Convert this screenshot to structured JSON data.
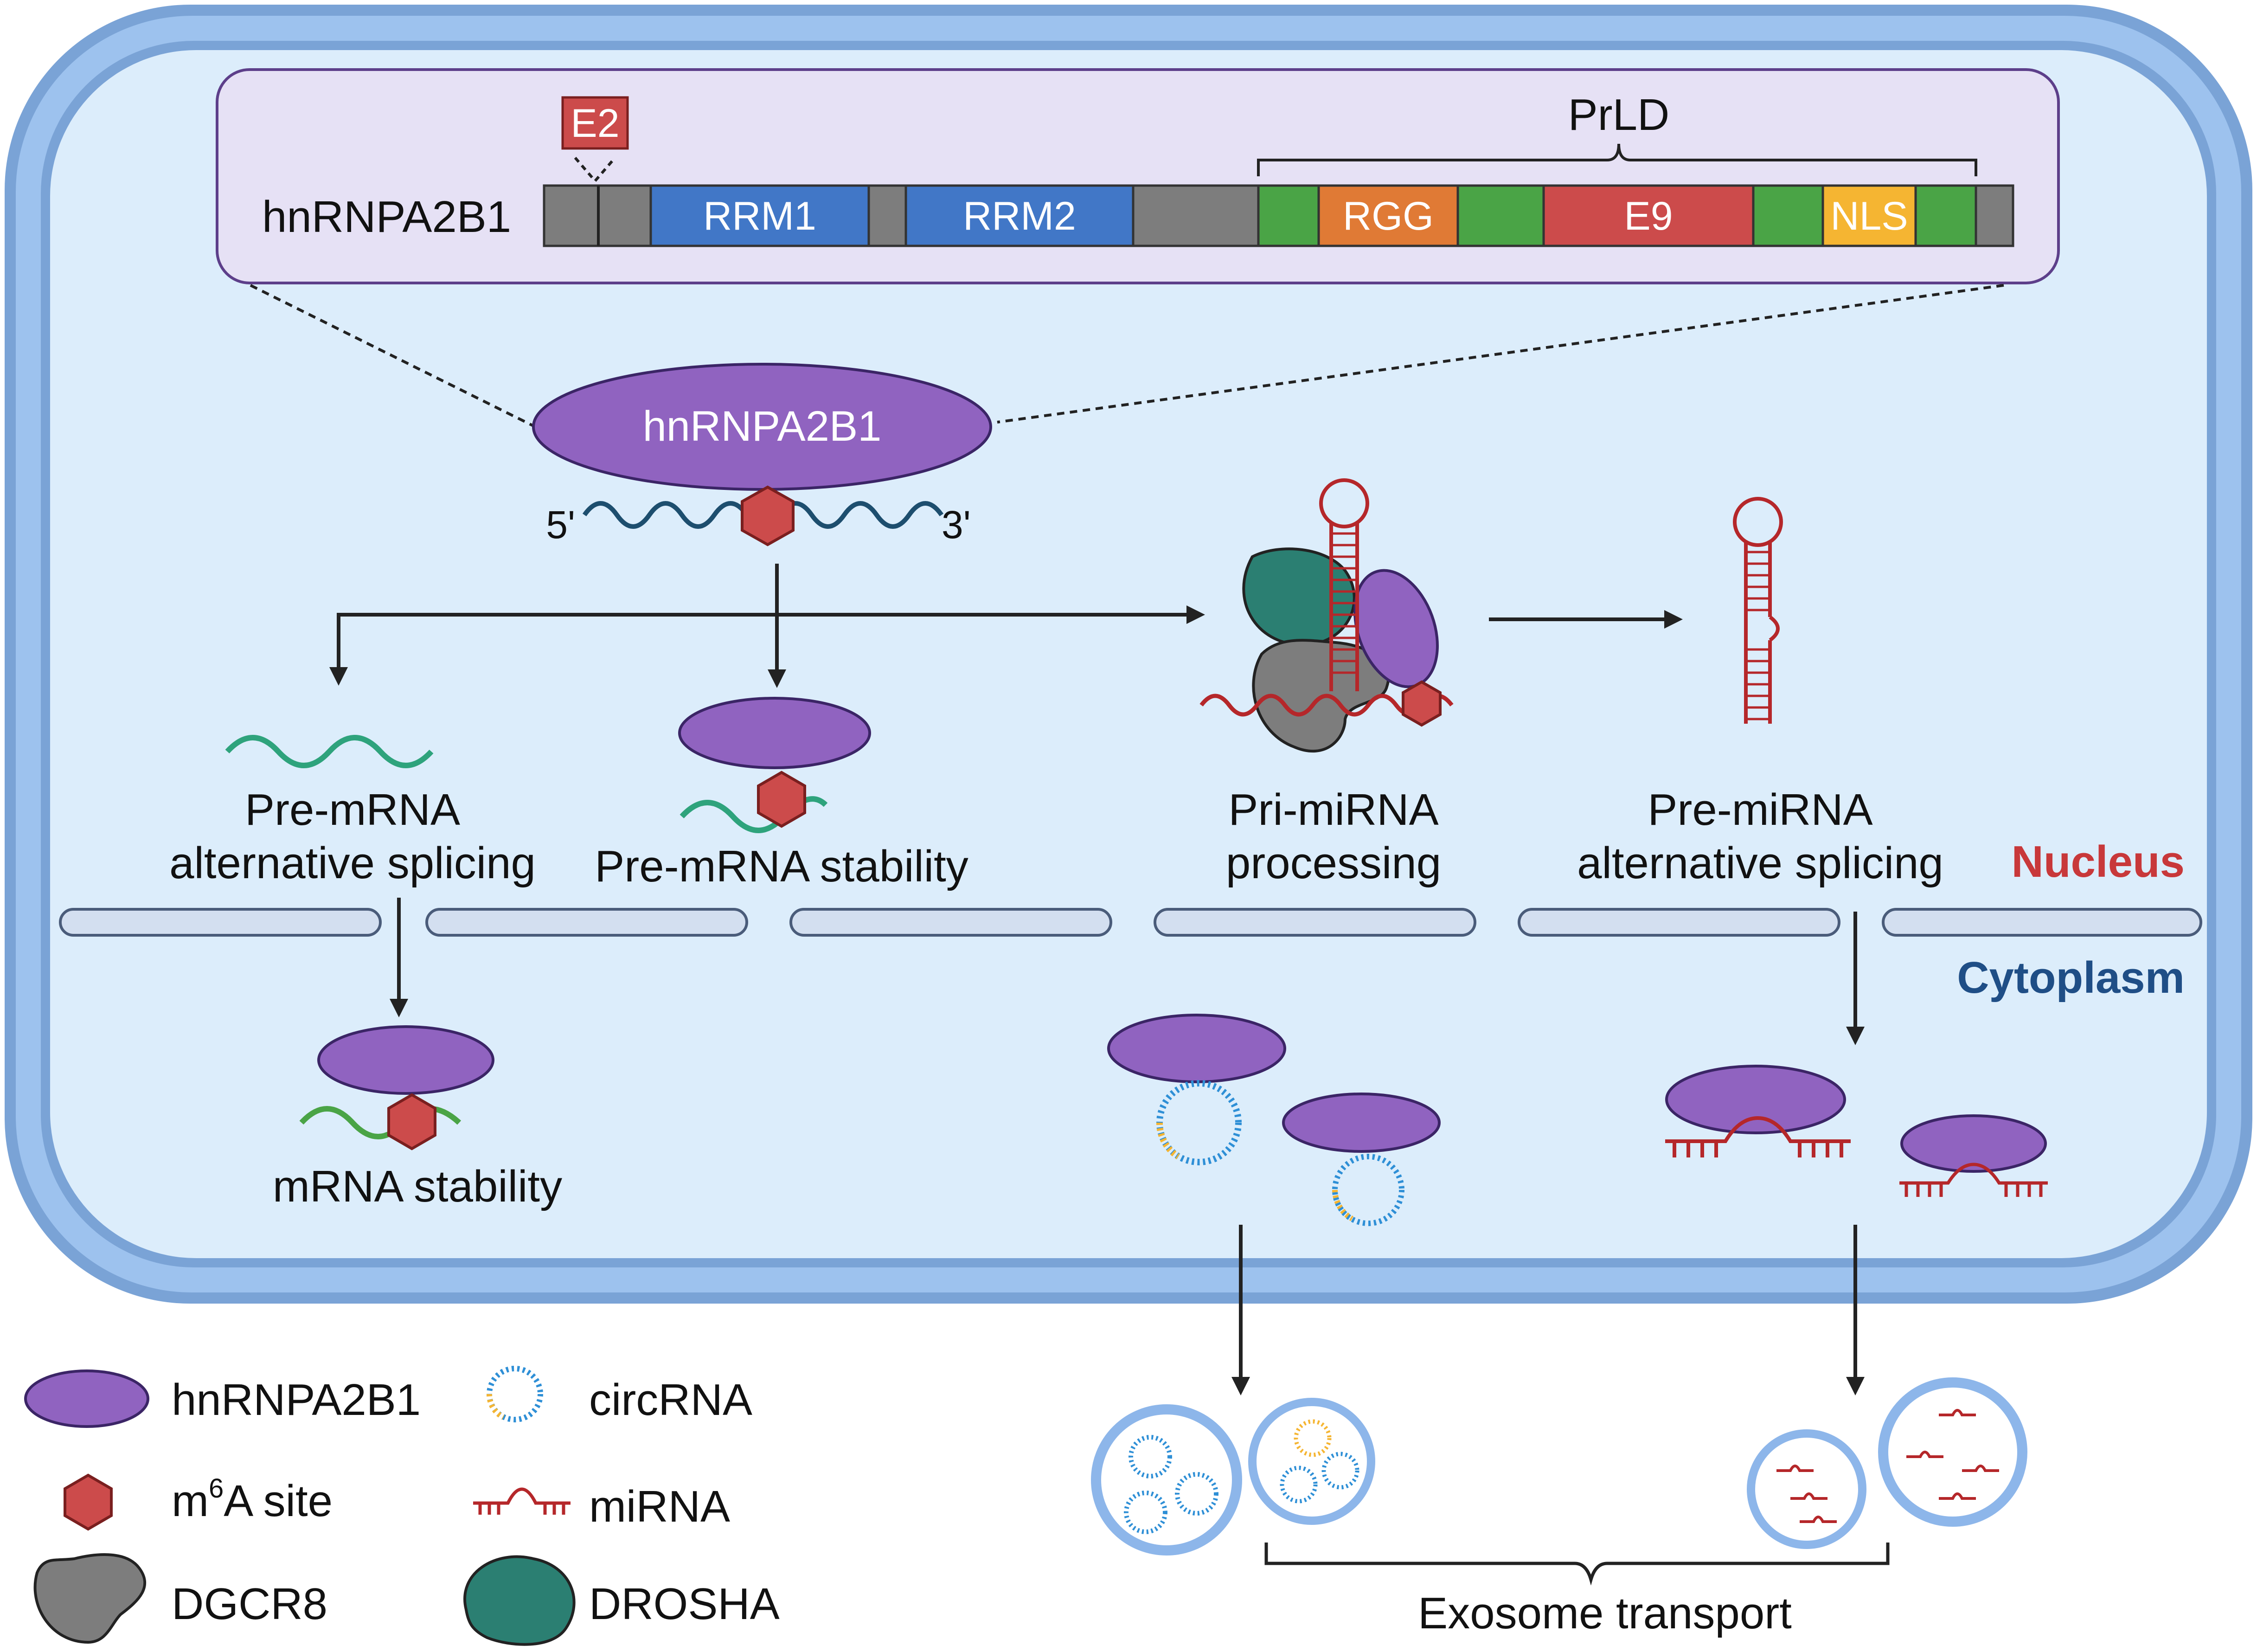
{
  "domain_module": {
    "protein_name": "hnRNPA2B1",
    "prld_label": "PrLD",
    "e2_label": "E2",
    "domains": [
      "RRM1",
      "RRM2",
      "RGG",
      "E9",
      "NLS"
    ]
  },
  "central": {
    "protein_label": "hnRNPA2B1",
    "five_prime": "5'",
    "three_prime": "3'"
  },
  "processes": {
    "pre_mrna_splicing_line1": "Pre-mRNA",
    "pre_mrna_splicing_line2": "alternative splicing",
    "pre_mrna_stability": "Pre-mRNA stability",
    "pri_mirna_line1": "Pri-miRNA",
    "pri_mirna_line2": "processing",
    "pre_mirna_line1": "Pre-miRNA",
    "pre_mirna_line2": "alternative splicing",
    "mrna_stability": "mRNA stability"
  },
  "compartments": {
    "nucleus": "Nucleus",
    "cytoplasm": "Cytoplasm",
    "nucleus_color": "#c8383a",
    "cytoplasm_color": "#1f4e86"
  },
  "legend": {
    "hnrnpa2b1": "hnRNPA2B1",
    "m6a_prefix": "m",
    "m6a_sup": "6",
    "m6a_suffix": "A site",
    "dgcr8": "DGCR8",
    "circrna": "circRNA",
    "mirna": "miRNA",
    "drosha": "DROSHA"
  },
  "exosome_label": "Exosome transport",
  "colors": {
    "hnrnp_purple": "#9063c0",
    "m6a_red": "#cc4b4b",
    "rrm_blue": "#4177c7",
    "prld_green": "#4aa446",
    "rgg_orange": "#e07a35",
    "e9_red": "#cc4b4b",
    "nls_yellow": "#f5b532",
    "linker_gray": "#7d7d7d",
    "drosha_teal": "#2b7f72",
    "mirna_red": "#b5272a",
    "rna_navy": "#1d4e6e",
    "rna_green": "#2ea37c",
    "cell_fill": "#dcedfb",
    "membrane": "#8db6ea"
  }
}
